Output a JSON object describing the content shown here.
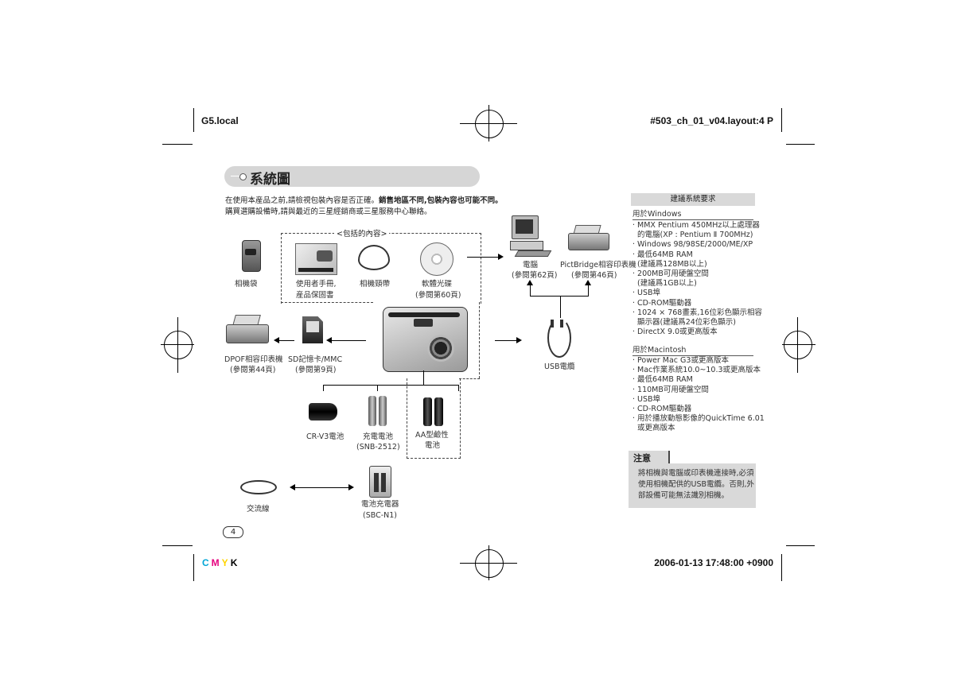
{
  "slug": {
    "top_left": "G5.local",
    "top_right": "#503_ch_01_v04.layout:4 P",
    "bottom_right": "2006-01-13 17:48:00 +0900",
    "cmyk": [
      "C",
      "M",
      "Y",
      "K"
    ]
  },
  "colors": {
    "c": "#00a6d6",
    "m": "#e6007e",
    "y": "#ffd400",
    "k": "#000000",
    "header_bar": "#d9d9d9"
  },
  "title": "系統圖",
  "intro": {
    "line1_normal": "在使用本産品之前,請檢視包裝內容是否正確。",
    "line1_bold": "銷售地區不同,包裝內容也可能不同。",
    "line2": "購買選購設備時,請與最近的三星經銷商或三星服務中心聯絡。"
  },
  "package_label": "<包括的內容>",
  "items": {
    "camera_case": "相機袋",
    "manual_1": "使用者手冊,",
    "manual_2": "産品保固書",
    "strap": "相機頸帶",
    "software_1": "軟體光碟",
    "software_2": "(參閱第60頁)",
    "pc_1": "電腦",
    "pc_2": "(參閱第62頁)",
    "pictbridge_1": "PictBridge相容印表機",
    "pictbridge_2": "(參閱第46頁)",
    "dpof_1": "DPOF相容印表機",
    "dpof_2": "(參閱第44頁)",
    "sd_1": "SD記憶卡/MMC",
    "sd_2": "(參閱第9頁)",
    "usb_cable": "USB電纜",
    "cr_v3": "CR-V3電池",
    "rechargeable_1": "充電電池",
    "rechargeable_2": "(SNB-2512)",
    "aa_1": "AA型鹼性",
    "aa_2": "電池",
    "ac_cord": "交流線",
    "charger_1": "電池充電器",
    "charger_2": "(SBC-N1)"
  },
  "sidebar": {
    "header": "建議系統要求",
    "windows_title": "用於Windows",
    "windows": [
      "· MMX Pentium 450MHz以上處理器",
      "  的電腦(XP : Pentium Ⅱ 700MHz)",
      "· Windows 98/98SE/2000/ME/XP",
      "· 最低64MB RAM",
      "  (建議爲128MB以上)",
      "· 200MB可用硬盤空間",
      "  (建議爲1GB以上)",
      "· USB埠",
      "· CD-ROM驅動器",
      "· 1024 × 768畫素,16位彩色顯示相容",
      "  顯示器(建議爲24位彩色顯示)",
      "· DirectX 9.0或更高版本"
    ],
    "mac_title": "用於Macintosh",
    "mac": [
      "· Power Mac G3或更高版本",
      "· Mac作業系統10.0~10.3或更高版本",
      "· 最低64MB RAM",
      "· 110MB可用硬盤空間",
      "· USB埠",
      "· CD-ROM驅動器",
      "· 用於播放動態影像的QuickTime 6.01",
      "  或更高版本"
    ],
    "note_title": "注意",
    "note_lines": [
      "將相機與電腦或印表機連接時,必須",
      "使用相機配供的USB電纜。否則,外",
      "部設備可能無法識別相機。"
    ]
  },
  "page_number": "4"
}
